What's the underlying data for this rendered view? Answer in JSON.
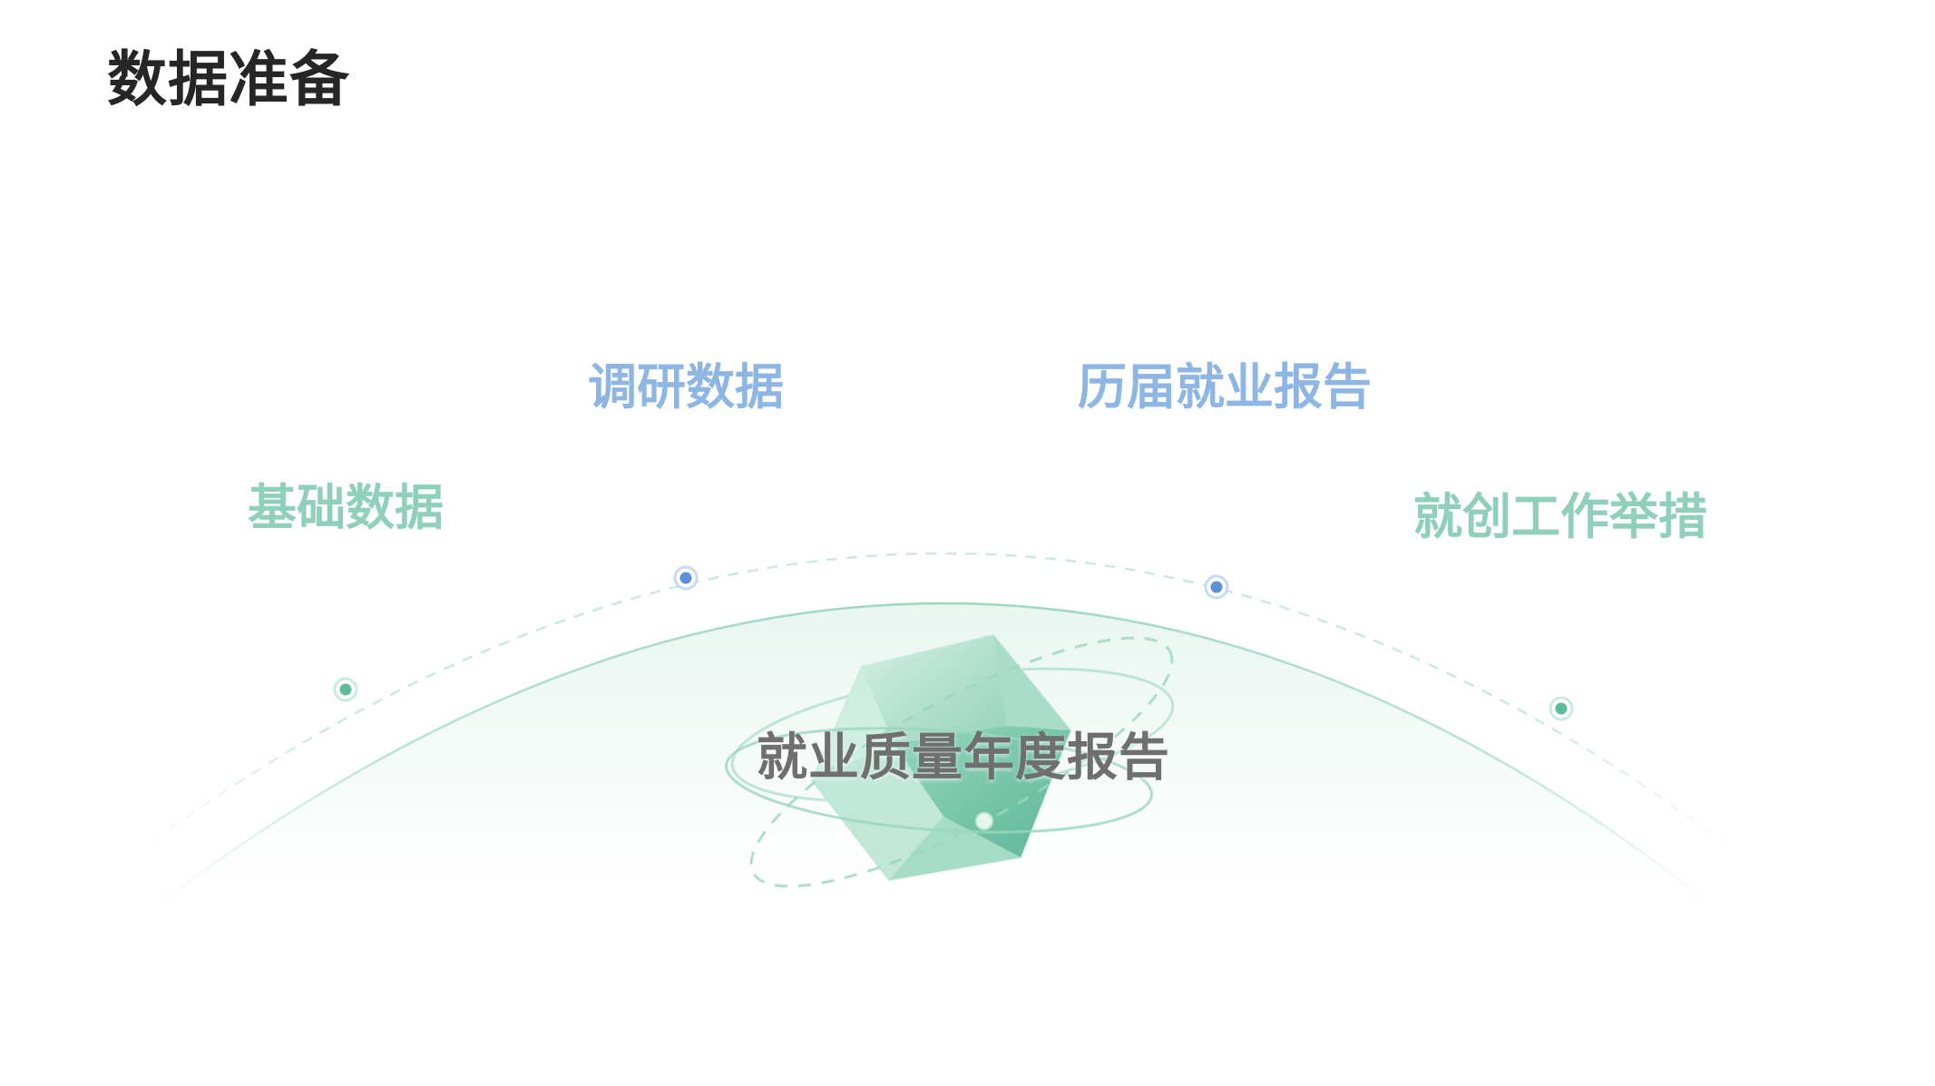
{
  "title": "数据准备",
  "center": {
    "label": "就业质量年度报告"
  },
  "nodes": [
    {
      "label": "基础数据",
      "tone": "green"
    },
    {
      "label": "调研数据",
      "tone": "blue"
    },
    {
      "label": "历届就业报告",
      "tone": "blue"
    },
    {
      "label": "就创工作举措",
      "tone": "green"
    }
  ],
  "colors": {
    "title": "#262626",
    "green_text": "#8fd0b8",
    "blue_text": "#8db6e4",
    "green_dot": "#5dbb98",
    "blue_dot": "#5b8fd6",
    "arc": "#a8dcc9",
    "dashed_arc": "#cfe8df",
    "gem_light": "#bfe6d6",
    "gem_dark": "#55b694",
    "center_text": "#6f6f6f"
  },
  "icons": {
    "center": "crystal-gem-icon",
    "node_marker": "pin-dot-icon"
  }
}
